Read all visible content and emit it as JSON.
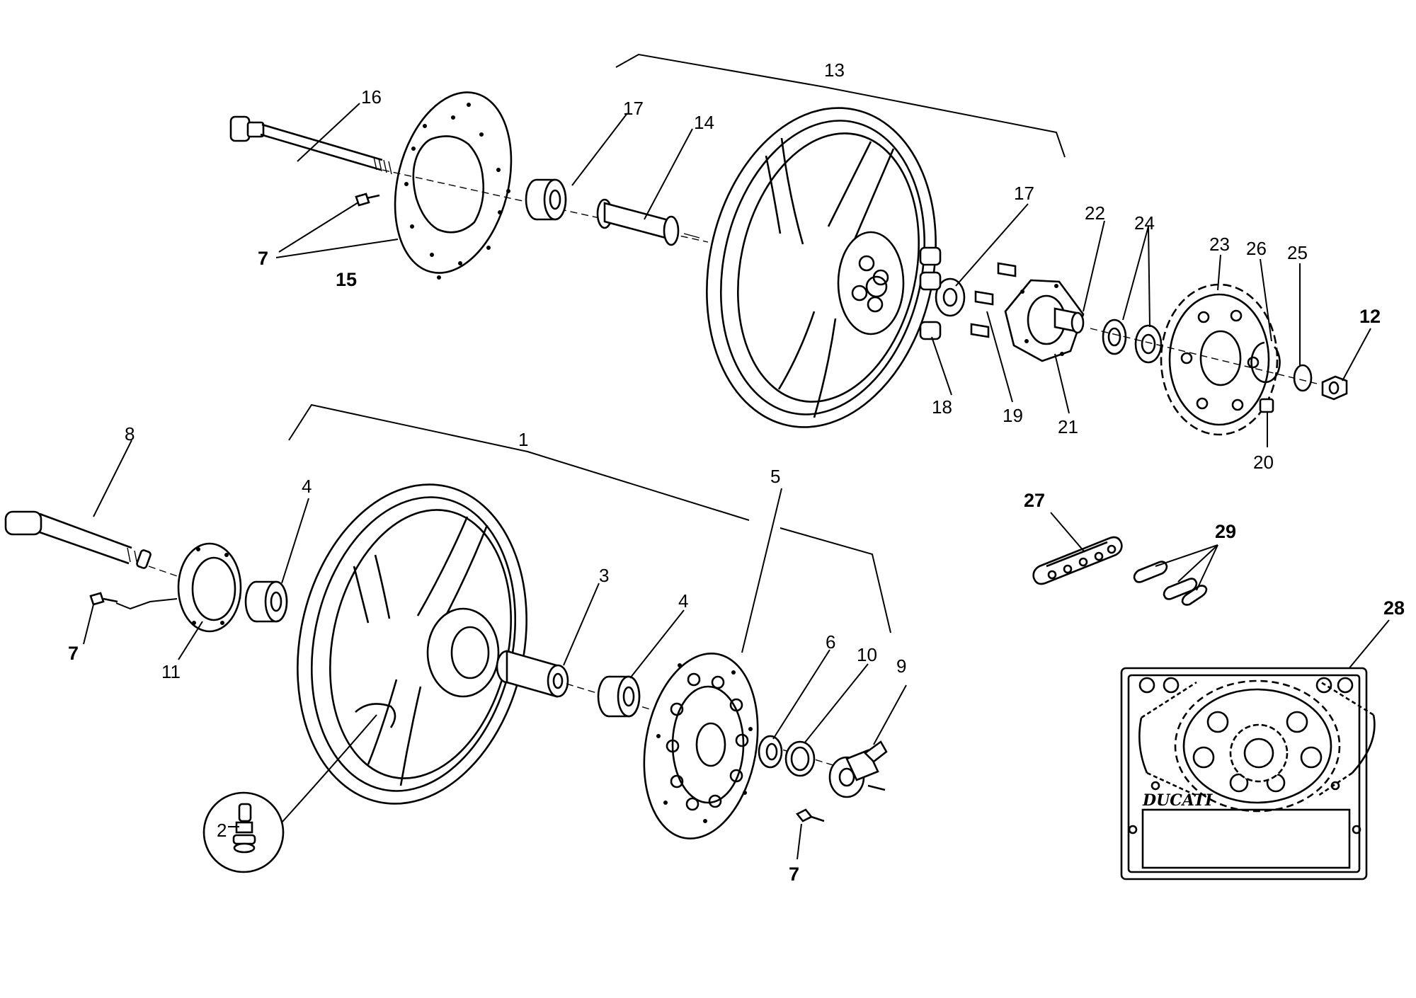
{
  "callouts": {
    "c1": "1",
    "c2": "2",
    "c3": "3",
    "c4a": "4",
    "c4b": "4",
    "c5": "5",
    "c6": "6",
    "c7a": "7",
    "c7b": "7",
    "c7c": "7",
    "c8": "8",
    "c9": "9",
    "c10": "10",
    "c11": "11",
    "c12": "12",
    "c13": "13",
    "c14": "14",
    "c15": "15",
    "c16": "16",
    "c17a": "17",
    "c17b": "17",
    "c18": "18",
    "c19": "19",
    "c20": "20",
    "c21": "21",
    "c22": "22",
    "c23": "23",
    "c24": "24",
    "c25": "25",
    "c26": "26",
    "c27": "27",
    "c28": "28",
    "c29": "29"
  },
  "logo_text": "DUCATI"
}
